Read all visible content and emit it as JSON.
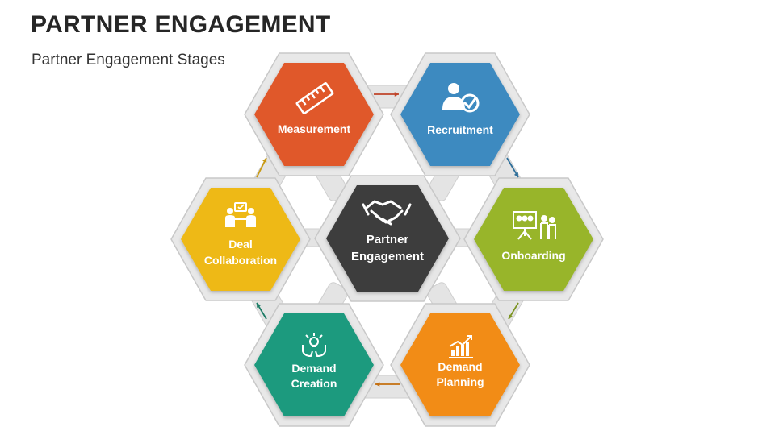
{
  "header": {
    "title": "PARTNER ENGAGEMENT",
    "subtitle": "Partner Engagement Stages"
  },
  "center": {
    "line1": "Partner",
    "line2": "Engagement",
    "icon": "handshake-icon",
    "color": "#3d3d3d"
  },
  "stages": [
    {
      "id": "measurement",
      "line1": "Measurement",
      "line2": "",
      "icon": "ruler-icon",
      "color": "#e0582a"
    },
    {
      "id": "recruitment",
      "line1": "Recruitment",
      "line2": "",
      "icon": "user-check-icon",
      "color": "#3c8ac0"
    },
    {
      "id": "onboarding",
      "line1": "Onboarding",
      "line2": "",
      "icon": "presentation-icon",
      "color": "#98b52b"
    },
    {
      "id": "demand-planning",
      "line1": "Demand",
      "line2": "Planning",
      "icon": "bar-chart-icon",
      "color": "#f28c12"
    },
    {
      "id": "demand-creation",
      "line1": "Demand",
      "line2": "Creation",
      "icon": "idea-hands-icon",
      "color": "#1e9a7e"
    },
    {
      "id": "deal-collaboration",
      "line1": "Deal",
      "line2": "Collaboration",
      "icon": "collaboration-icon",
      "color": "#eeb918"
    }
  ],
  "arrow_colors": [
    "#c0452a",
    "#2f6f9a",
    "#7c9422",
    "#c46f10",
    "#1d7d66",
    "#c99a12"
  ]
}
